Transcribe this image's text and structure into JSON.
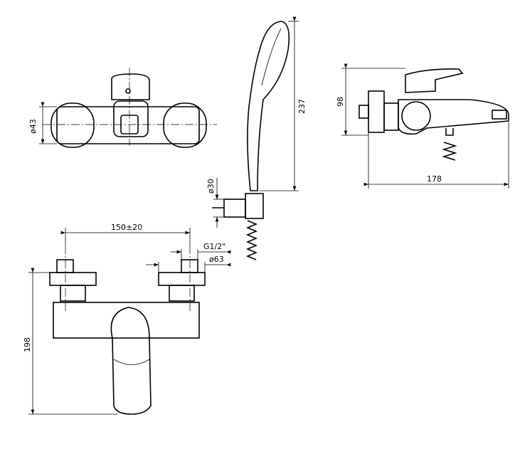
{
  "dimensions": {
    "top_view_diameter": "ø43",
    "shower_length": "237",
    "shower_bracket_diameter": "ø30",
    "side_height": "98",
    "side_depth": "178",
    "center_distance": "150±20",
    "thread": "G1/2\"",
    "escutcheon_diameter": "ø63",
    "front_height": "198"
  }
}
